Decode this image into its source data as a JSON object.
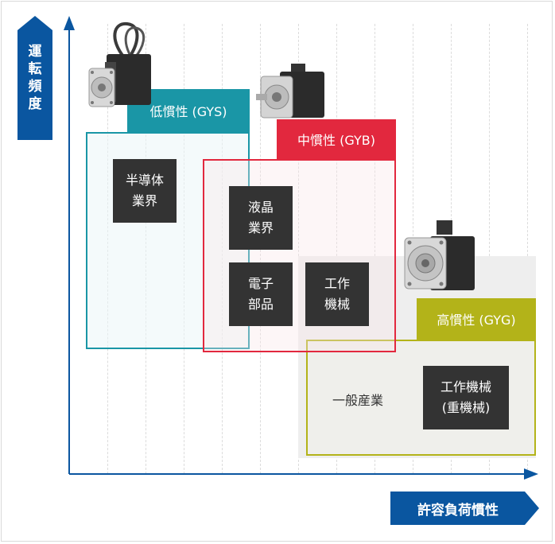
{
  "axes": {
    "y_label": "運転頻度",
    "x_label": "許容負荷慣性"
  },
  "series": {
    "gys": {
      "label": "低慣性 (GYS)",
      "color": "#1a96a6"
    },
    "gyb": {
      "label": "中慣性 (GYB)",
      "color": "#e2283e"
    },
    "gyg": {
      "label": "高慣性 (GYG)",
      "color": "#b3b319"
    }
  },
  "applications": {
    "semiconductor": "半導体\n業界",
    "lcd": "液晶\n業界",
    "electronic_parts": "電子\n部品",
    "machine_tools_1": "工作\n機械",
    "general_industry": "一般産業",
    "machine_tools_2": "工作機械\n(重機械)"
  },
  "colors": {
    "axis_blue": "#0a56a0",
    "box_dark": "#333333",
    "grid": "#dcdcdc"
  }
}
